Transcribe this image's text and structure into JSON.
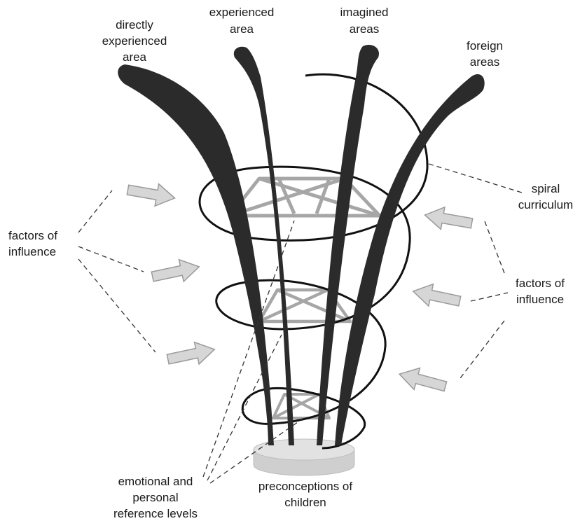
{
  "labels": {
    "directly_experienced": [
      "directly",
      "experienced",
      "area"
    ],
    "experienced": [
      "experienced",
      "area"
    ],
    "imagined": [
      "imagined",
      "areas"
    ],
    "foreign": [
      "foreign",
      "areas"
    ],
    "spiral": [
      "spiral",
      "curriculum"
    ],
    "factors_left": [
      "factors of",
      "influence"
    ],
    "factors_right": [
      "factors of",
      "influence"
    ],
    "emotional": [
      "emotional and",
      "personal",
      "reference levels"
    ],
    "preconceptions": [
      "preconceptions of",
      "children"
    ]
  },
  "colors": {
    "stem": "#2b2b2b",
    "spiral": "#111111",
    "frame": "#a6a6a6",
    "arrow_fill": "#d6d6d6",
    "arrow_stroke": "#9a9a9a",
    "base_top": "#e2e2e2",
    "base_side": "#cfcfcf",
    "leader": "#333333"
  }
}
